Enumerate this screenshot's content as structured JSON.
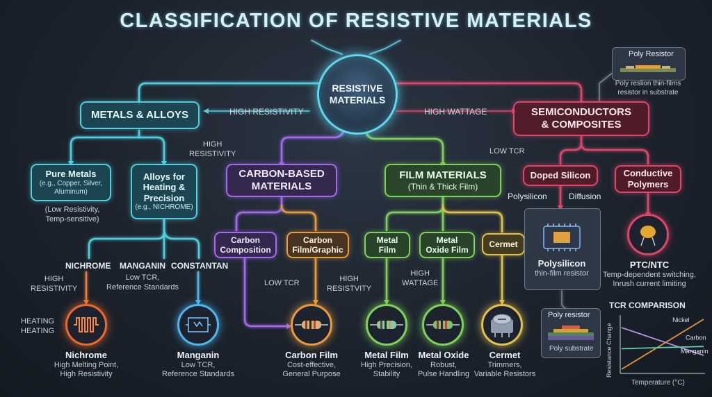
{
  "title": "CLASSIFICATION OF RESISTIVE MATERIALS",
  "hub": "RESISTIVE\nMATERIALS",
  "branch_labels": {
    "metals_high_resistivity": "HIGH RESISTIVITY",
    "semi_high_wattage": "HIGH WATTAGE",
    "alloys_high_resistivity": "HIGH\nRESISTIVITY",
    "semi_low_tcr": "LOW TCR",
    "carbon_low_tcr": "LOW TCR",
    "carbon_high_resistivity": "HIGH\nRESISTVITY",
    "film_high_wattage": "HIGH\nWATTAGE",
    "nichrome_high_resistivity": "HIGH\nRESISTIVITY",
    "heating": "HEATING\nHEATING"
  },
  "categories": {
    "metals": "METALS & ALLOYS",
    "carbon": "CARBON-BASED\nMATERIALS",
    "film_title": "FILM MATERIALS",
    "film_sub": "(Thin & Thick Film)",
    "semi": "SEMICONDUCTORS\n& COMPOSITES"
  },
  "subcategories": {
    "pure_metals_title": "Pure Metals",
    "pure_metals_desc": "(e.g., Copper, Silver,\nAluminum)",
    "pure_metals_note": "(Low Resistivity,\nTemp-sensitive)",
    "alloys_title": "Alloys for\nHeating &\nPrecision",
    "alloys_desc": "(e.g., NICHROME)",
    "carbon_composition": "Carbon\nComposition",
    "carbon_film_graphic": "Carbon\nFilm/Graphic",
    "metal_film": "Metal\nFilm",
    "metal_oxide_film": "Metal\nOxide Film",
    "cermet": "Cermet",
    "doped_silicon": "Doped Silicon",
    "conductive_polymers": "Conductive\nPolymers",
    "polysilicon": "Polysilicon",
    "diffusion": "Diffusion"
  },
  "alloy_names": {
    "nichrome": "NICHROME",
    "manganin": "MANGANIN",
    "constantan": "CONSTANTAN",
    "manganin_note": "Low TCR,\nReference Standards"
  },
  "components": [
    {
      "name": "Nichrome",
      "desc": "High Melting Point,\nHigh Resistivity"
    },
    {
      "name": "Manganin",
      "desc": "Low TCR,\nReference Standards"
    },
    {
      "name": "Carbon Film",
      "desc": "Cost-effective,\nGeneral Purpose"
    },
    {
      "name": "Metal Film",
      "desc": "High Precision,\nStability"
    },
    {
      "name": "Metal Oxide",
      "desc": "Robust,\nPulse Handling"
    },
    {
      "name": "Cermet",
      "desc": "Trimmers,\nVariable Resistors"
    }
  ],
  "polysilicon_panel": {
    "title": "Polysilicon",
    "desc": "thin-film resistor"
  },
  "ptc": {
    "title": "PTC/NTC",
    "desc": "Temp-dependent switching,\nInrush current limiting"
  },
  "poly_resistor_inset": {
    "title": "Poly Resistor",
    "desc": "Poly reslion thin-films\nresistor in substrate"
  },
  "poly_resistor_callout": {
    "title": "Poly resistor",
    "substrate": "Poly substrate"
  },
  "colors": {
    "cyan": "#4fd0e0",
    "purple": "#a46bf0",
    "orange": "#eb9a3c",
    "green": "#7fd25a",
    "yellow": "#e3c24a",
    "red": "#e0466a",
    "blue": "#4fb6f0",
    "hub": "#5fd8f0"
  },
  "icons": [
    "heating-coil-icon",
    "strain-gauge-icon",
    "axial-resistor-icon",
    "axial-resistor-icon",
    "axial-resistor-icon",
    "trimmer-potentiometer-icon",
    "chip-icon",
    "thermistor-icon"
  ],
  "chart_data": {
    "type": "line",
    "title": "TCR COMPARISON",
    "xlabel": "Temperature (°C)",
    "ylabel": "Resistance Change",
    "grid": false,
    "series": [
      {
        "name": "Nickel",
        "color": "#e8943a",
        "x": [
          0,
          1
        ],
        "y": [
          0.05,
          0.95
        ]
      },
      {
        "name": "Carbon",
        "color": "#b98fe0",
        "x": [
          0,
          1
        ],
        "y": [
          0.8,
          0.3
        ]
      },
      {
        "name": "Manganin",
        "color": "#5ad0b0",
        "x": [
          0,
          1
        ],
        "y": [
          0.42,
          0.46
        ]
      }
    ]
  }
}
